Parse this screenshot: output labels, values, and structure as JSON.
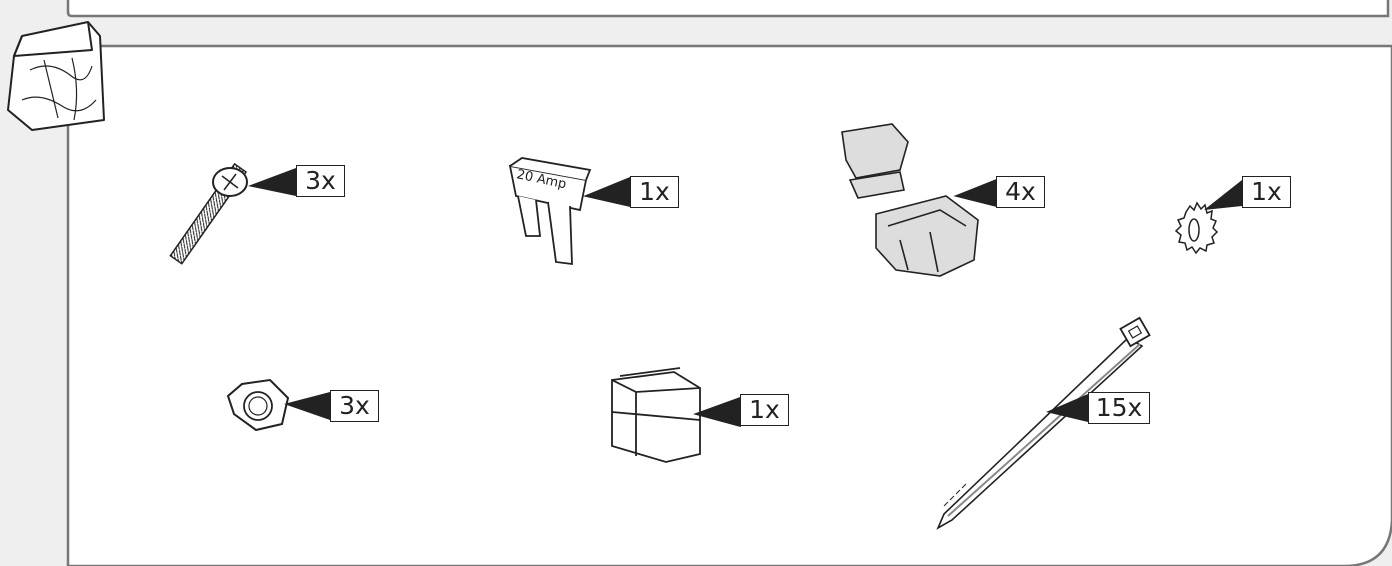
{
  "parts": [
    {
      "name": "screw",
      "qty": "3x"
    },
    {
      "name": "fuse",
      "qty": "1x",
      "label": "20 Amp"
    },
    {
      "name": "wire-tap-connector",
      "qty": "4x"
    },
    {
      "name": "lock-washer",
      "qty": "1x"
    },
    {
      "name": "hex-nut",
      "qty": "3x"
    },
    {
      "name": "fuse-holder-cover",
      "qty": "1x"
    },
    {
      "name": "cable-tie",
      "qty": "15x"
    }
  ]
}
